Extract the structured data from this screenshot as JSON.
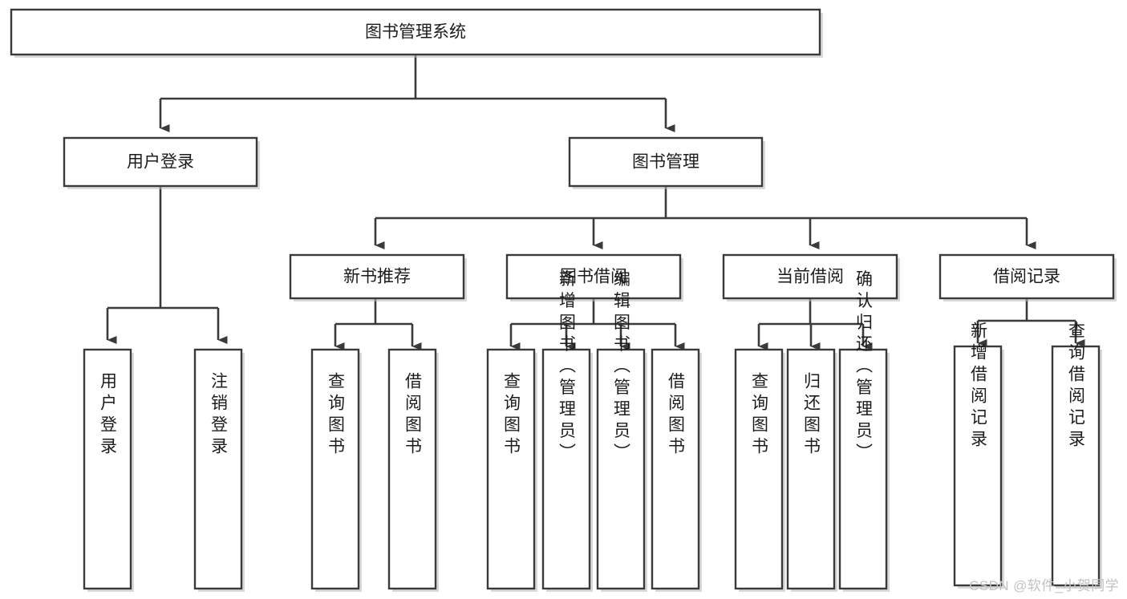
{
  "diagram": {
    "type": "tree-hierarchy-chart",
    "title": "图书管理系统",
    "watermark": "CSDN @软件_小贺同学",
    "colors": {
      "box_stroke": "#3a3a3a",
      "box_fill": "#ffffff",
      "connector": "#3a3a3a",
      "text": "#1c1c1c",
      "watermark": "#c2c2c2",
      "background": "#ffffff"
    },
    "levels": [
      {
        "level": 0,
        "orientation": "horizontal",
        "nodes": [
          "图书管理系统"
        ]
      },
      {
        "level": 1,
        "orientation": "horizontal",
        "nodes": [
          "用户登录",
          "图书管理"
        ]
      },
      {
        "level": 2,
        "orientation": "horizontal",
        "nodes": [
          "新书推荐",
          "图书借阅",
          "当前借阅",
          "借阅记录"
        ]
      },
      {
        "level": 3,
        "orientation": "vertical",
        "nodes": [
          "用户登录",
          "注销登录",
          "查询图书",
          "借阅图书",
          "查询图书",
          "新增图书（管理员）",
          "编辑图书（管理员）",
          "借阅图书",
          "查询图书",
          "归还图书",
          "确认归还（管理员）",
          "新增借阅记录",
          "查询借阅记录"
        ]
      }
    ],
    "nodes": {
      "root": {
        "label": "图书管理系统"
      },
      "user_login": {
        "label": "用户登录"
      },
      "book_manage": {
        "label": "图书管理"
      },
      "new_book_rec": {
        "label": "新书推荐"
      },
      "book_borrow": {
        "label": "图书借阅"
      },
      "current_borrow": {
        "label": "当前借阅"
      },
      "borrow_record": {
        "label": "借阅记录"
      },
      "leaf_user_login": {
        "label": "用户登录"
      },
      "leaf_logout": {
        "label": "注销登录"
      },
      "leaf_query_book_1": {
        "label": "查询图书"
      },
      "leaf_borrow_book_1": {
        "label": "借阅图书"
      },
      "leaf_query_book_2": {
        "label": "查询图书"
      },
      "leaf_add_book_admin": {
        "label": "新增图书（管理员）"
      },
      "leaf_edit_book_admin": {
        "label": "编辑图书（管理员）"
      },
      "leaf_borrow_book_2": {
        "label": "借阅图书"
      },
      "leaf_query_book_3": {
        "label": "查询图书"
      },
      "leaf_return_book": {
        "label": "归还图书"
      },
      "leaf_confirm_return_admin": {
        "label": "确认归还（管理员）"
      },
      "leaf_add_borrow_record": {
        "label": "新增借阅记录"
      },
      "leaf_query_borrow_record": {
        "label": "查询借阅记录"
      }
    },
    "edges": [
      {
        "from": "图书管理系统",
        "to": "用户登录"
      },
      {
        "from": "图书管理系统",
        "to": "图书管理"
      },
      {
        "from": "用户登录",
        "to": "用户登录"
      },
      {
        "from": "用户登录",
        "to": "注销登录"
      },
      {
        "from": "图书管理",
        "to": "新书推荐"
      },
      {
        "from": "图书管理",
        "to": "图书借阅"
      },
      {
        "from": "图书管理",
        "to": "当前借阅"
      },
      {
        "from": "图书管理",
        "to": "借阅记录"
      },
      {
        "from": "新书推荐",
        "to": "查询图书"
      },
      {
        "from": "新书推荐",
        "to": "借阅图书"
      },
      {
        "from": "图书借阅",
        "to": "查询图书"
      },
      {
        "from": "图书借阅",
        "to": "新增图书（管理员）"
      },
      {
        "from": "图书借阅",
        "to": "编辑图书（管理员）"
      },
      {
        "from": "图书借阅",
        "to": "借阅图书"
      },
      {
        "from": "当前借阅",
        "to": "查询图书"
      },
      {
        "from": "当前借阅",
        "to": "归还图书"
      },
      {
        "from": "当前借阅",
        "to": "确认归还（管理员）"
      },
      {
        "from": "借阅记录",
        "to": "新增借阅记录"
      },
      {
        "from": "借阅记录",
        "to": "查询借阅记录"
      }
    ]
  }
}
